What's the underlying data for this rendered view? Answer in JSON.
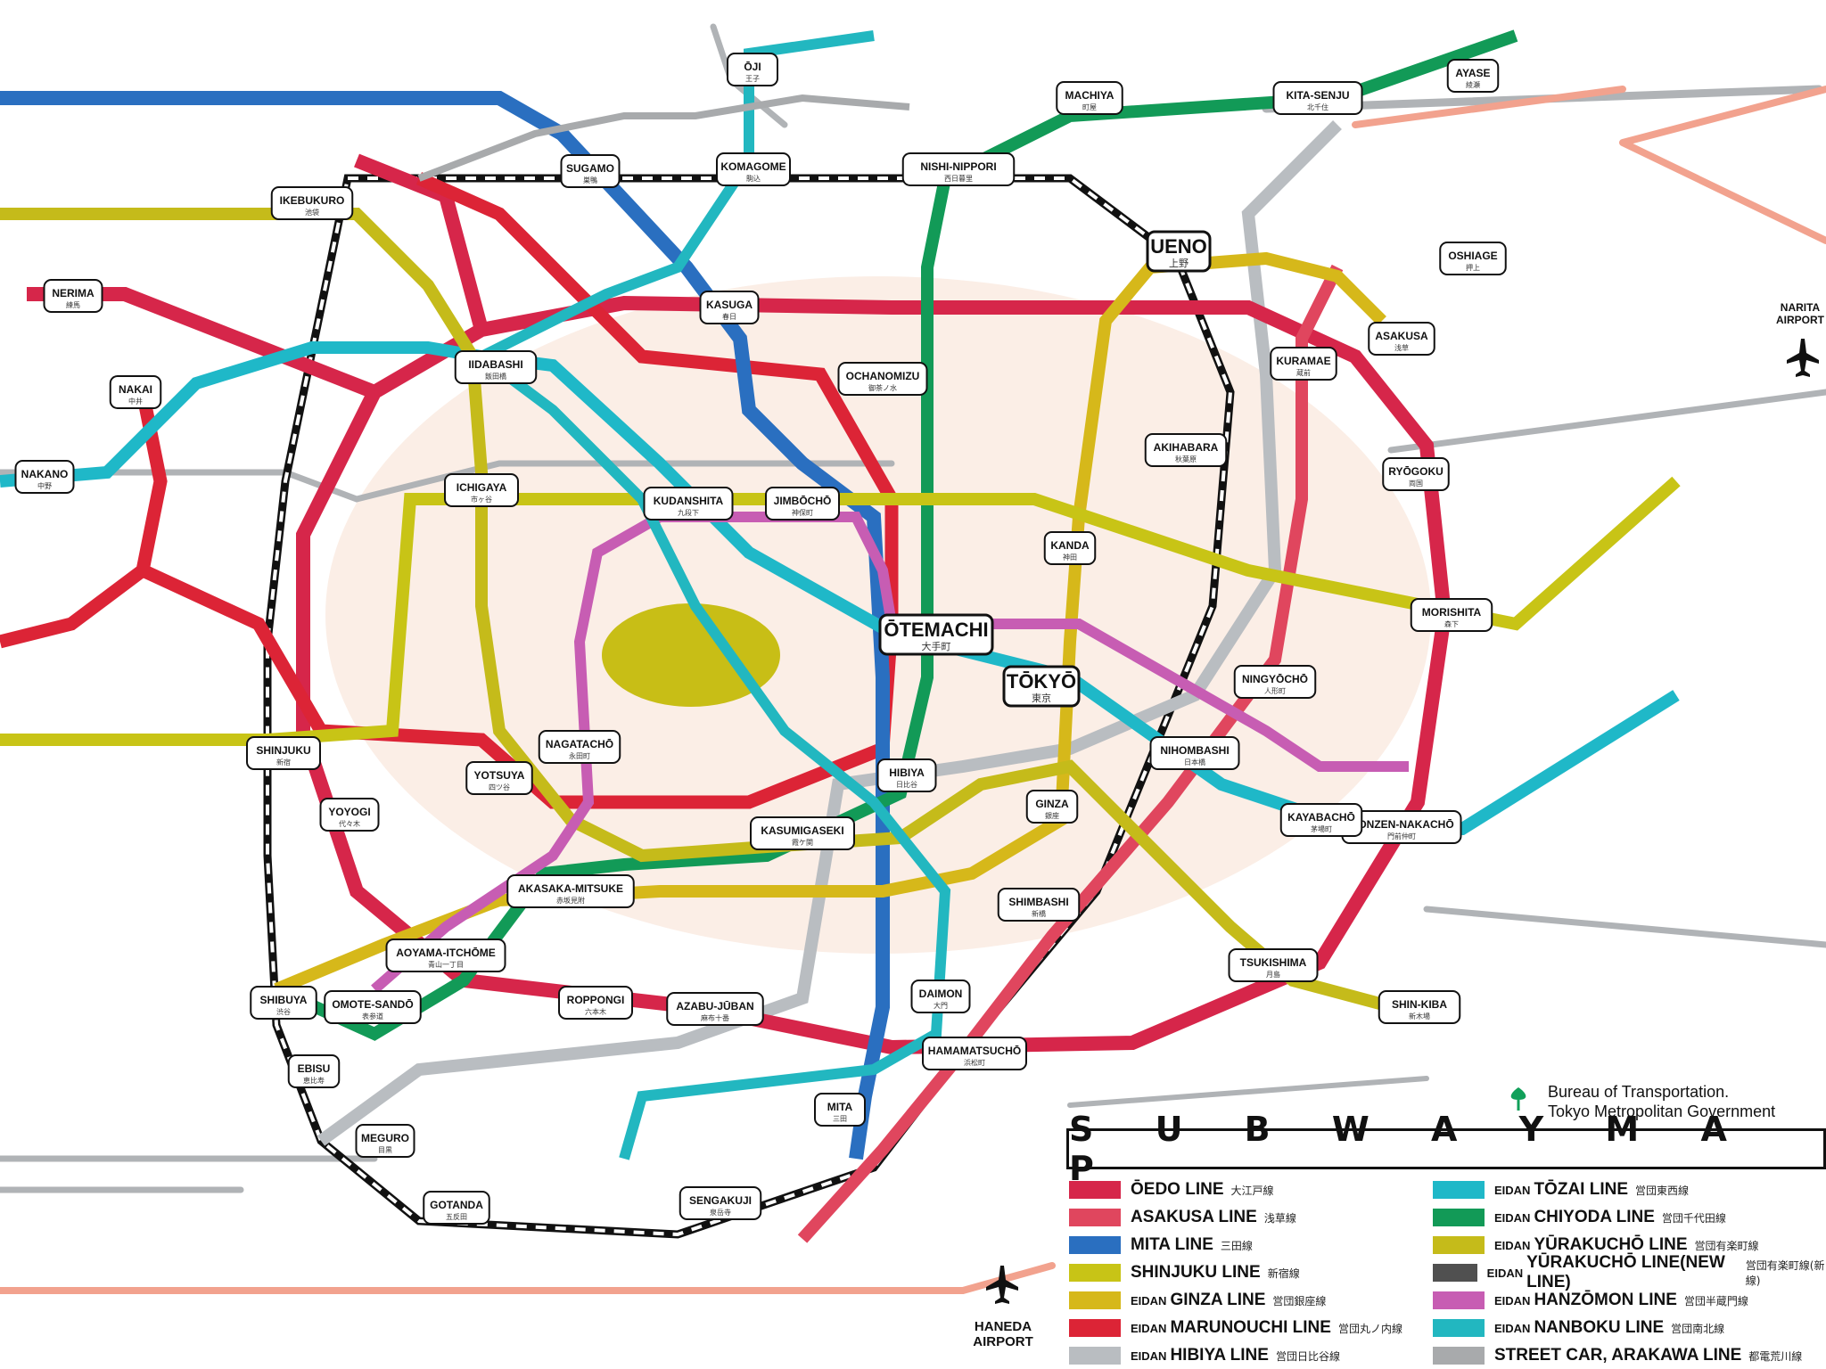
{
  "map": {
    "legend": {
      "title": "S U B W A Y   M A P",
      "items": [
        {
          "prefix": "",
          "name": "ŌEDO LINE",
          "jp": "大江戸線",
          "color": "#d6264a",
          "col": 0
        },
        {
          "prefix": "",
          "name": "ASAKUSA LINE",
          "jp": "浅草線",
          "color": "#e0465e",
          "col": 0
        },
        {
          "prefix": "",
          "name": "MITA LINE",
          "jp": "三田線",
          "color": "#2a6fc0",
          "col": 0
        },
        {
          "prefix": "",
          "name": "SHINJUKU LINE",
          "jp": "新宿線",
          "color": "#c8c416",
          "col": 0
        },
        {
          "prefix": "EIDAN",
          "name": "GINZA LINE",
          "jp": "営団銀座線",
          "color": "#d6b81a",
          "col": 0
        },
        {
          "prefix": "EIDAN",
          "name": "MARUNOUCHI LINE",
          "jp": "営団丸ノ内線",
          "color": "#dc2436",
          "col": 0
        },
        {
          "prefix": "EIDAN",
          "name": "HIBIYA LINE",
          "jp": "営団日比谷線",
          "color": "#b9bdc1",
          "col": 0
        },
        {
          "prefix": "EIDAN",
          "name": "TŌZAI LINE",
          "jp": "営団東西線",
          "color": "#1fb8c8",
          "col": 1
        },
        {
          "prefix": "EIDAN",
          "name": "CHIYODA LINE",
          "jp": "営団千代田線",
          "color": "#129a57",
          "col": 1
        },
        {
          "prefix": "EIDAN",
          "name": "YŪRAKUCHŌ LINE",
          "jp": "営団有楽町線",
          "color": "#c5bb1a",
          "col": 1
        },
        {
          "prefix": "EIDAN",
          "name": "YŪRAKUCHŌ LINE(NEW LINE)",
          "jp": "営団有楽町線(新線)",
          "color": "#505050",
          "col": 1
        },
        {
          "prefix": "EIDAN",
          "name": "HANZŌMON LINE",
          "jp": "営団半蔵門線",
          "color": "#c75db3",
          "col": 1
        },
        {
          "prefix": "EIDAN",
          "name": "NANBOKU LINE",
          "jp": "営団南北線",
          "color": "#22b7c0",
          "col": 1
        },
        {
          "prefix": "",
          "name": "STREET CAR, ARAKAWA LINE",
          "jp": "都電荒川線",
          "color": "#a8aaac",
          "col": 1
        }
      ]
    },
    "bureau": {
      "line1": "Bureau of Transportation.",
      "line2": "Tokyo Metropolitan Government",
      "logo_color": "#11a05a"
    },
    "airports": {
      "haneda": "HANEDA\nAIRPORT",
      "narita": "NARITA\nAIRPORT"
    },
    "stations": [
      {
        "name": "ŌTEMACHI",
        "jp": "大手町",
        "major": true
      },
      {
        "name": "UENO",
        "jp": "上野",
        "major": true
      },
      {
        "name": "TŌKYŌ",
        "jp": "東京",
        "major": true
      },
      {
        "name": "SHINJUKU",
        "jp": "新宿",
        "major": false
      },
      {
        "name": "SHIBUYA",
        "jp": "渋谷",
        "major": false
      },
      {
        "name": "IKEBUKURO",
        "jp": "池袋",
        "major": false
      },
      {
        "name": "GINZA",
        "jp": "銀座",
        "major": false
      },
      {
        "name": "KANDA",
        "jp": "神田",
        "major": false
      },
      {
        "name": "HIBIYA",
        "jp": "日比谷",
        "major": false
      },
      {
        "name": "KASUGA",
        "jp": "春日",
        "major": false
      },
      {
        "name": "IIDABASHI",
        "jp": "飯田橋",
        "major": false
      },
      {
        "name": "ICHIGAYA",
        "jp": "市ヶ谷",
        "major": false
      },
      {
        "name": "YOTSUYA",
        "jp": "四ツ谷",
        "major": false
      },
      {
        "name": "AKASAKA-MITSUKE",
        "jp": "赤坂見附",
        "major": false
      },
      {
        "name": "NAGATACHŌ",
        "jp": "永田町",
        "major": false
      },
      {
        "name": "KUDANSHITA",
        "jp": "九段下",
        "major": false
      },
      {
        "name": "JIMBŌCHŌ",
        "jp": "神保町",
        "major": false
      },
      {
        "name": "OCHANOMIZU",
        "jp": "御茶ノ水",
        "major": false
      },
      {
        "name": "AKIHABARA",
        "jp": "秋葉原",
        "major": false
      },
      {
        "name": "ASAKUSA",
        "jp": "浅草",
        "major": false
      },
      {
        "name": "KURAMAE",
        "jp": "蔵前",
        "major": false
      },
      {
        "name": "RYŌGOKU",
        "jp": "両国",
        "major": false
      },
      {
        "name": "MORISHITA",
        "jp": "森下",
        "major": false
      },
      {
        "name": "MONZEN-NAKACHŌ",
        "jp": "門前仲町",
        "major": false
      },
      {
        "name": "KAYABACHŌ",
        "jp": "茅場町",
        "major": false
      },
      {
        "name": "NINGYŌCHŌ",
        "jp": "人形町",
        "major": false
      },
      {
        "name": "NIHOMBASHI",
        "jp": "日本橋",
        "major": false
      },
      {
        "name": "HAMAMATSUCHŌ",
        "jp": "浜松町",
        "major": false
      },
      {
        "name": "SHIMBASHI",
        "jp": "新橋",
        "major": false
      },
      {
        "name": "DAIMON",
        "jp": "大門",
        "major": false
      },
      {
        "name": "MITA",
        "jp": "三田",
        "major": false
      },
      {
        "name": "SENGAKUJI",
        "jp": "泉岳寺",
        "major": false
      },
      {
        "name": "GOTANDA",
        "jp": "五反田",
        "major": false
      },
      {
        "name": "MEGURO",
        "jp": "目黒",
        "major": false
      },
      {
        "name": "EBISU",
        "jp": "恵比寿",
        "major": false
      },
      {
        "name": "ROPPONGI",
        "jp": "六本木",
        "major": false
      },
      {
        "name": "AZABU-JŪBAN",
        "jp": "麻布十番",
        "major": false
      },
      {
        "name": "OMOTE-SANDŌ",
        "jp": "表参道",
        "major": false
      },
      {
        "name": "AOYAMA-ITCHŌME",
        "jp": "青山一丁目",
        "major": false
      },
      {
        "name": "YOYOGI",
        "jp": "代々木",
        "major": false
      },
      {
        "name": "NAKANO",
        "jp": "中野",
        "major": false
      },
      {
        "name": "NERIMA",
        "jp": "練馬",
        "major": false
      },
      {
        "name": "NAKAI",
        "jp": "中井",
        "major": false
      },
      {
        "name": "SUGAMO",
        "jp": "巣鴨",
        "major": false
      },
      {
        "name": "KOMAGOME",
        "jp": "駒込",
        "major": false
      },
      {
        "name": "ŌJI",
        "jp": "王子",
        "major": false
      },
      {
        "name": "MACHIYA",
        "jp": "町屋",
        "major": false
      },
      {
        "name": "KITA-SENJU",
        "jp": "北千住",
        "major": false
      },
      {
        "name": "AYASE",
        "jp": "綾瀬",
        "major": false
      },
      {
        "name": "OSHIAGE",
        "jp": "押上",
        "major": false
      },
      {
        "name": "NISHI-NIPPORI",
        "jp": "西日暮里",
        "major": false
      },
      {
        "name": "SHIN-KIBA",
        "jp": "新木場",
        "major": false
      },
      {
        "name": "TSUKISHIMA",
        "jp": "月島",
        "major": false
      },
      {
        "name": "KASUMIGASEKI",
        "jp": "霞ケ関",
        "major": false
      }
    ]
  }
}
